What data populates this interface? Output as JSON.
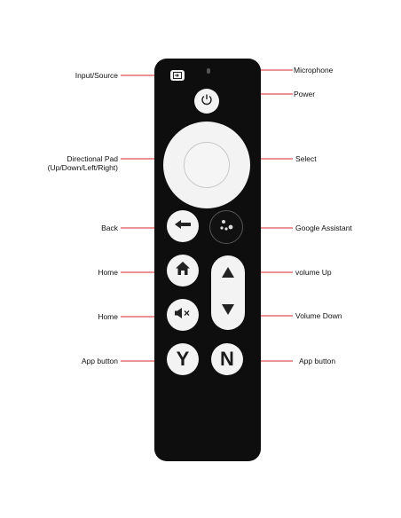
{
  "labels": {
    "input_source": "Input/Source",
    "microphone": "Microphone",
    "power": "Power",
    "directional_pad_line1": "Directional Pad",
    "directional_pad_line2": "(Up/Down/Left/Right)",
    "select": "Select",
    "back": "Back",
    "google_assistant": "Google Assistant",
    "home_1": "Home",
    "volume_up": "volume Up",
    "home_2": "Home",
    "volume_down": "Volume Down",
    "app_button_left": "App button",
    "app_button_right": "App button"
  },
  "buttons": {
    "app_y": "Y",
    "app_n": "N"
  },
  "colors": {
    "remote_body": "#0e0e0e",
    "button_face": "#f3f3f3",
    "leader_line": "#d9232a"
  },
  "icons": {
    "input": "input-source-icon",
    "power": "power-icon",
    "back": "back-arrow-icon",
    "assistant": "google-assistant-icon",
    "home": "home-icon",
    "mute": "mute-icon",
    "volume_up": "triangle-up-icon",
    "volume_down": "triangle-down-icon"
  }
}
